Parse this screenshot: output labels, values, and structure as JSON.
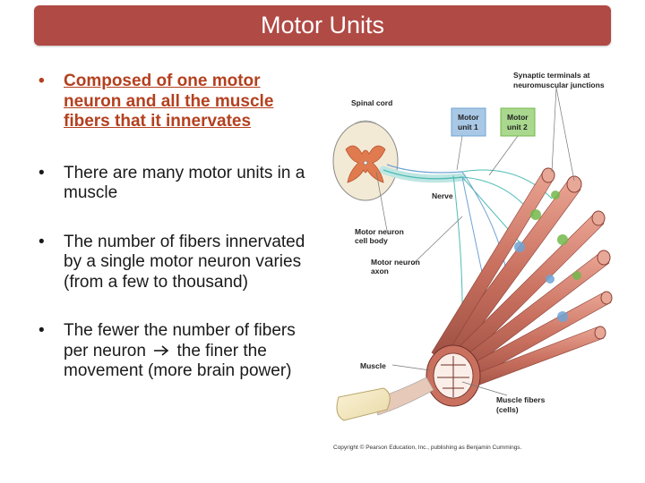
{
  "slide": {
    "title": "Motor Units",
    "bullets": [
      {
        "text": "Composed of one motor neuron and all the muscle fibers that it innervates"
      },
      {
        "text": "There are many motor units in a muscle"
      },
      {
        "text": "The number of fibers innervated by a single motor neuron varies (from a few to thousand)"
      },
      {
        "text_before": "The fewer the number of fibers per neuron",
        "text_after": "the finer the movement (more brain power)"
      }
    ],
    "bullet_glyph": "•",
    "arrow_icon": "right-arrow-icon"
  },
  "figure": {
    "labels": {
      "synaptic_terminals_1": "Synaptic terminals at",
      "synaptic_terminals_2": "neuromuscular junctions",
      "spinal_cord": "Spinal cord",
      "motor_unit1_a": "Motor",
      "motor_unit1_b": "unit 1",
      "motor_unit2_a": "Motor",
      "motor_unit2_b": "unit 2",
      "nerve": "Nerve",
      "cell_body_1": "Motor neuron",
      "cell_body_2": "cell body",
      "axon_1": "Motor neuron",
      "axon_2": "axon",
      "muscle": "Muscle",
      "muscle_fibers_1": "Muscle fibers",
      "muscle_fibers_2": "(cells)",
      "copyright": "Copyright © Pearson Education, Inc., publishing as Benjamin Cummings."
    },
    "colors": {
      "unit1": "#6fa3d4",
      "unit2": "#72b84a",
      "fiber": "#c97a6a",
      "gray_matter": "#e07a4f",
      "nerve": "#4fbdb4"
    }
  }
}
